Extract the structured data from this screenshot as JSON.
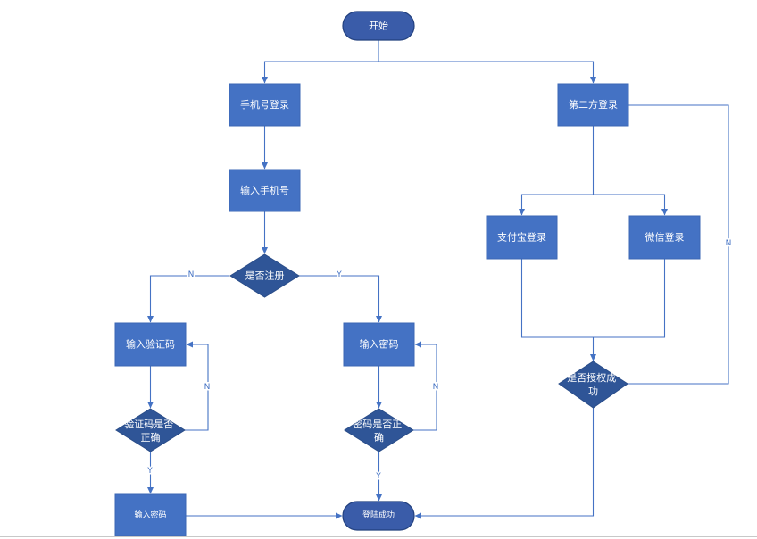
{
  "colors": {
    "process_fill": "#4472c4",
    "decision_fill": "#2f5597",
    "terminal_fill": "#3a5ca9",
    "terminal_stroke": "#22407e",
    "connector": "#4472c4",
    "label_text": "#ffffff"
  },
  "nodes": {
    "start": {
      "label": "开始"
    },
    "phone_login": {
      "label": "手机号登录"
    },
    "third_party_login": {
      "label": "第二方登录"
    },
    "input_phone": {
      "label": "输入手机号"
    },
    "is_registered": {
      "label": "是否注册"
    },
    "input_code": {
      "label": "输入验证码"
    },
    "input_password": {
      "label": "输入密码"
    },
    "code_correct": {
      "lines": [
        "验证码是否",
        "正确"
      ]
    },
    "password_correct": {
      "lines": [
        "密码是否正",
        "确"
      ]
    },
    "input_password_bottom": {
      "label": "输入密码"
    },
    "login_success": {
      "label": "登陆成功"
    },
    "alipay_login": {
      "label": "支付宝登录"
    },
    "wechat_login": {
      "label": "微信登录"
    },
    "auth_success": {
      "lines": [
        "是否授权成",
        "功"
      ]
    }
  },
  "edge_labels": {
    "not_registered": "N",
    "registered": "Y",
    "code_wrong": "N",
    "code_ok": "Y",
    "password_wrong": "N",
    "password_ok": "Y",
    "auth_failed": "N"
  }
}
